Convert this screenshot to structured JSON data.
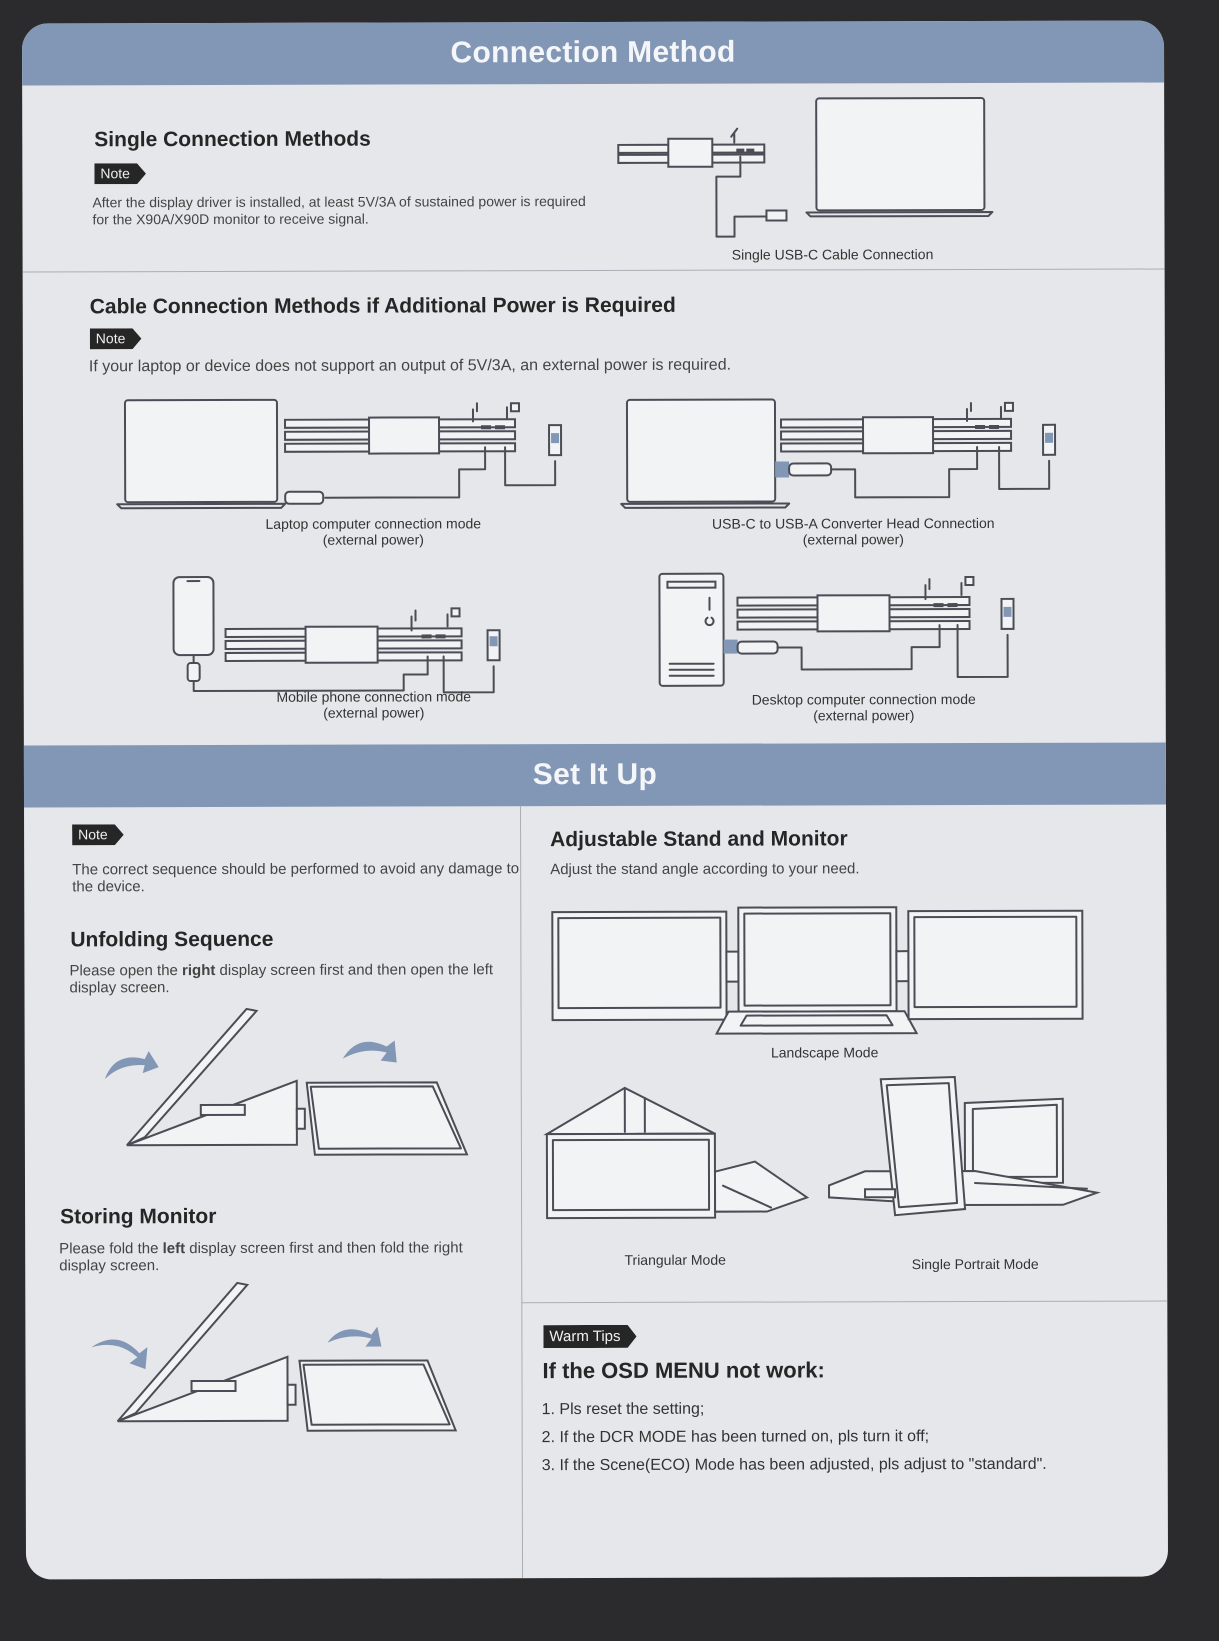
{
  "connection": {
    "banner": "Connection Method",
    "single": {
      "title": "Single Connection Methods",
      "note_label": "Note",
      "note_text": "After the display driver is installed, at least 5V/3A of sustained power is required for the  X90A/X90D monitor to receive signal.",
      "caption": "Single USB-C Cable Connection"
    },
    "additional": {
      "title": "Cable Connection Methods if Additional Power is Required",
      "note_label": "Note",
      "note_text": "If your laptop or device does not support an output of 5V/3A, an external power is required.",
      "modes": [
        {
          "line1": "Laptop computer connection mode",
          "line2": "(external power)"
        },
        {
          "line1": "USB-C to USB-A Converter Head Connection",
          "line2": "(external power)"
        },
        {
          "line1": "Mobile phone connection mode",
          "line2": "(external power)"
        },
        {
          "line1": "Desktop computer connection mode",
          "line2": "(external power)"
        }
      ]
    }
  },
  "setup": {
    "banner": "Set It Up",
    "note_label": "Note",
    "note_text": "The correct sequence should be performed to avoid any damage to the device.",
    "unfolding": {
      "title": "Unfolding Sequence",
      "text_pre": "Please open the ",
      "text_bold": "right",
      "text_post": " display screen first and then open the left display screen."
    },
    "storing": {
      "title": "Storing Monitor",
      "text_pre": "Please fold the ",
      "text_bold": "left",
      "text_post": " display screen first and then fold the right display screen."
    },
    "stand": {
      "title": "Adjustable Stand and Monitor",
      "text": "Adjust the stand angle according to your need.",
      "landscape": "Landscape Mode",
      "triangular": "Triangular Mode",
      "portrait": "Single Portrait Mode"
    },
    "tips": {
      "label": "Warm Tips",
      "title": "If the OSD MENU not work:",
      "items": [
        "1. Pls reset the setting;",
        "2. If the DCR MODE has been turned on, pls turn it off;",
        "3. If the Scene(ECO) Mode has been adjusted, pls adjust to \"standard\"."
      ]
    }
  }
}
